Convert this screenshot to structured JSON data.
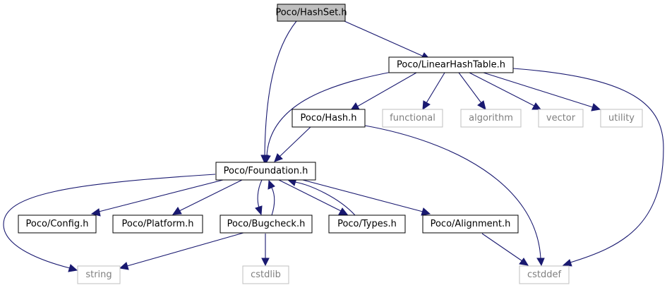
{
  "diagram": {
    "nodes": {
      "hashset": "Poco/HashSet.h",
      "linearhashtable": "Poco/LinearHashTable.h",
      "hash": "Poco/Hash.h",
      "functional": "functional",
      "algorithm": "algorithm",
      "vector": "vector",
      "utility": "utility",
      "foundation": "Poco/Foundation.h",
      "config": "Poco/Config.h",
      "platform": "Poco/Platform.h",
      "bugcheck": "Poco/Bugcheck.h",
      "types": "Poco/Types.h",
      "alignment": "Poco/Alignment.h",
      "string": "string",
      "cstdlib": "cstdlib",
      "cstddef": "cstddef"
    },
    "colors": {
      "edge": "#191970",
      "root_fill": "#bfbfbf",
      "external_border": "#bfbfbf",
      "external_text": "#7f7f7f"
    }
  }
}
